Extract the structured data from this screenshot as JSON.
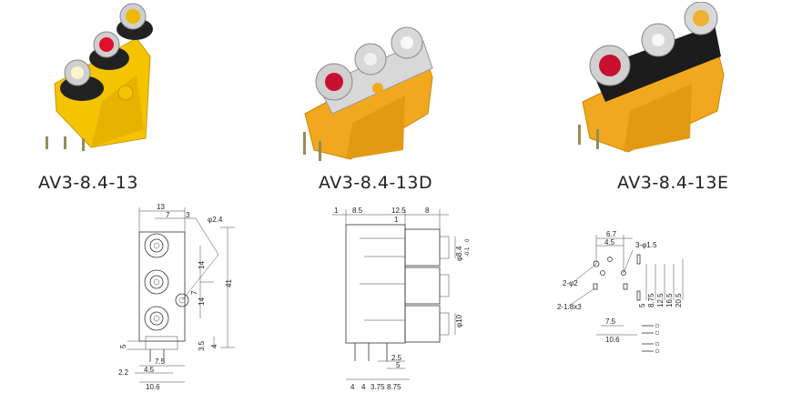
{
  "products": [
    {
      "model": "AV3-8.4-13",
      "body_color": "#f5c400",
      "jack_colors": [
        "#f0b800",
        "#e0102a",
        "#f4f4f4"
      ]
    },
    {
      "model": "AV3-8.4-13D",
      "body_color": "#f2a81e",
      "jack_colors": [
        "#c81030",
        "#ececec",
        "#f4f4f4"
      ]
    },
    {
      "model": "AV3-8.4-13E",
      "body_color": "#f2a81e",
      "jack_colors": [
        "#c81030",
        "#f4f4f4",
        "#f0b030"
      ]
    }
  ],
  "drawing1": {
    "dims": [
      "13",
      "7",
      "3",
      "φ2.4",
      "14",
      "14",
      "41",
      "7",
      "3.5",
      "4",
      "5",
      "7.5",
      "2.2",
      "4.5",
      "10.6"
    ]
  },
  "drawing2": {
    "dims": [
      "1",
      "8.5",
      "12.5",
      "8",
      "1",
      "φ8.4",
      "-0.1",
      "0",
      "φ10",
      "2.5",
      "5",
      "4",
      "4",
      "3.75",
      "8.75"
    ]
  },
  "drawing3": {
    "dims": [
      "6.7",
      "4.5",
      "3-φ1.5",
      "2-φ2",
      "2-1.8x3",
      "5",
      "8.75",
      "12.5",
      "16.5",
      "20.5",
      "7.5",
      "10.6"
    ]
  }
}
